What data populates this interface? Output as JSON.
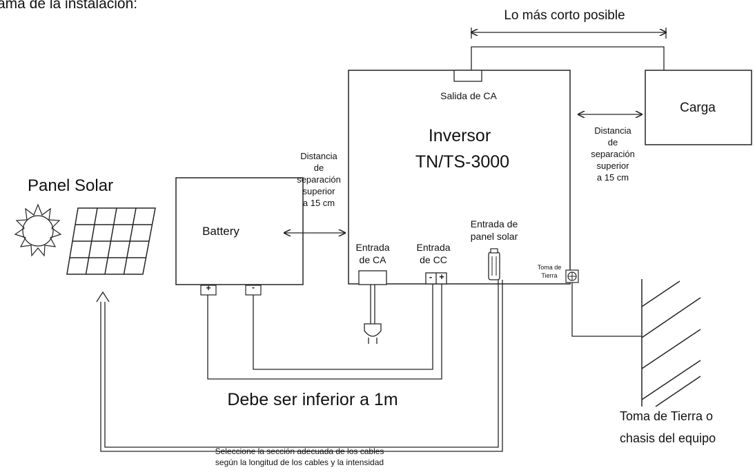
{
  "header_partial": "ama de la instalación:",
  "shortest": "Lo más corto posible",
  "ac_output": "Salida de CA",
  "inverter_title": "Inversor",
  "inverter_model": "TN/TS-3000",
  "load": "Carga",
  "clearance_right": [
    "Distancia",
    "de",
    "separación",
    "superior",
    "a 15 cm"
  ],
  "clearance_left": [
    "Distancia",
    "de",
    "separación",
    "superior",
    "a 15 cm"
  ],
  "panel_solar": "Panel Solar",
  "battery": "Battery",
  "battery_pos": "+",
  "battery_neg": "-",
  "ac_input": [
    "Entrada",
    "de CA"
  ],
  "dc_input": [
    "Entrada",
    "de CC"
  ],
  "dc_neg": "-",
  "dc_pos": "+",
  "pv_input": [
    "Entrada de",
    "panel solar"
  ],
  "ground_terminal": [
    "Toma de",
    "Tierra"
  ],
  "must_be": "Debe ser inferior a 1m",
  "ground_chassis": [
    "Toma de Tierra o",
    "chasis del equipo"
  ],
  "cable_note": [
    "Seleccione la sección adecuada de los cables",
    "según la longitud de los cables y la intensidad"
  ]
}
